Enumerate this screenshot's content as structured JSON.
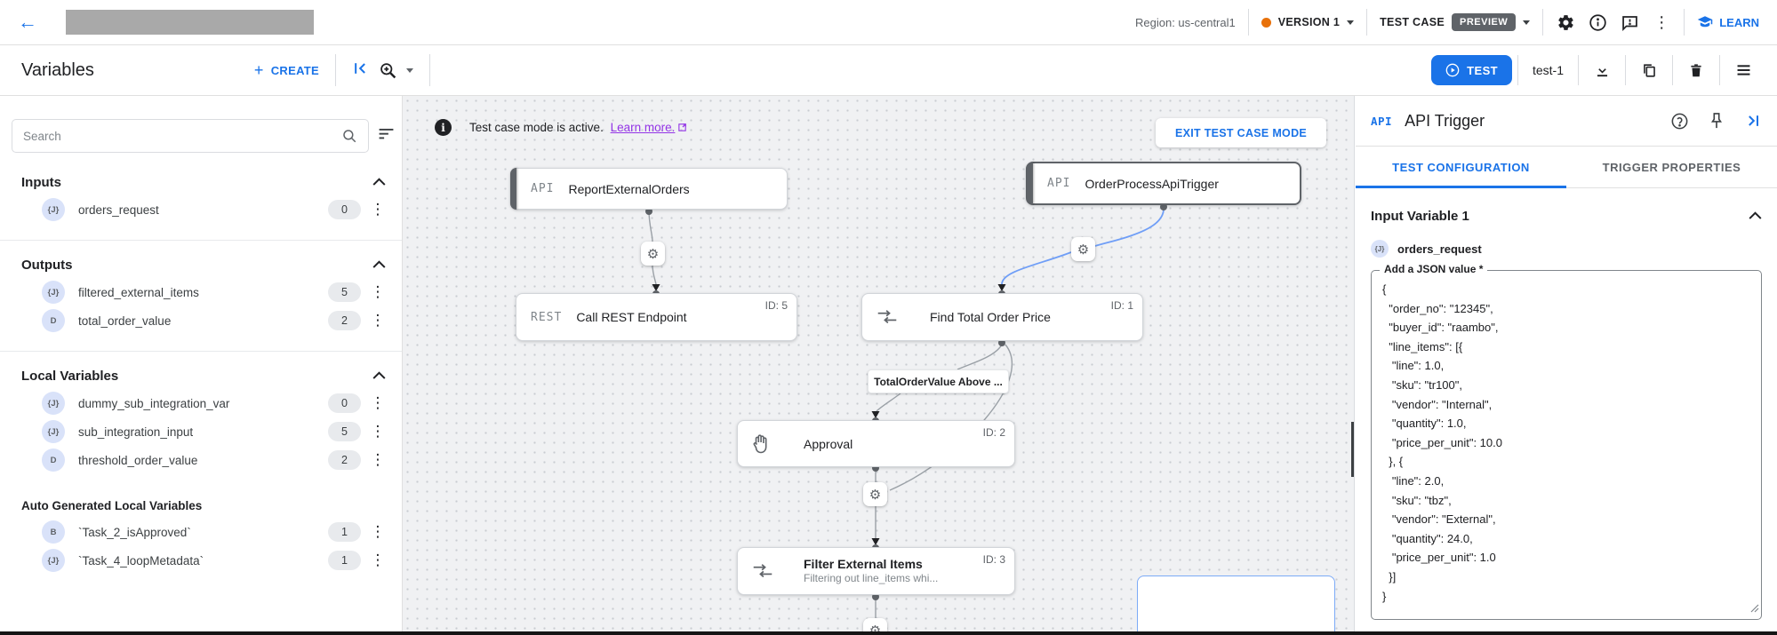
{
  "colors": {
    "accent": "#1a73e8",
    "version_dot": "#e8710a",
    "preview_badge_bg": "#5f6368",
    "link_purple": "#9334e6",
    "edge_blue": "#6f9ef7",
    "trigger_bar": "#5f6368"
  },
  "header": {
    "region": "Region: us-central1",
    "version": {
      "label": "VERSION 1"
    },
    "test_case": {
      "label": "TEST CASE",
      "badge": "PREVIEW"
    },
    "learn_label": "LEARN"
  },
  "toolbar": {
    "title": "Variables",
    "create_label": "CREATE",
    "test_button": "TEST",
    "test_name": "test-1"
  },
  "sidebar": {
    "search_placeholder": "Search",
    "sections": [
      {
        "title": "Inputs",
        "items": [
          {
            "type": "{J}",
            "label": "orders_request",
            "count": "0"
          }
        ]
      },
      {
        "title": "Outputs",
        "items": [
          {
            "type": "{J}",
            "label": "filtered_external_items",
            "count": "5"
          },
          {
            "type": "D",
            "label": "total_order_value",
            "count": "2"
          }
        ]
      },
      {
        "title": "Local Variables",
        "items": [
          {
            "type": "{J}",
            "label": "dummy_sub_integration_var",
            "count": "0"
          },
          {
            "type": "{J}",
            "label": "sub_integration_input",
            "count": "5"
          },
          {
            "type": "D",
            "label": "threshold_order_value",
            "count": "2"
          }
        ]
      },
      {
        "title": "Auto Generated Local Variables",
        "items": [
          {
            "type": "B",
            "label": "`Task_2_isApproved`",
            "count": "1"
          },
          {
            "type": "{J}",
            "label": "`Task_4_loopMetadata`",
            "count": "1"
          }
        ]
      }
    ]
  },
  "canvas": {
    "banner": {
      "text": "Test case mode is active.",
      "link": "Learn more.",
      "exit_button": "EXIT TEST CASE MODE"
    },
    "nodes": {
      "report": {
        "badge": "API",
        "title": "ReportExternalOrders"
      },
      "order_trigger": {
        "badge": "API",
        "title": "OrderProcessApiTrigger"
      },
      "rest": {
        "badge": "REST",
        "title": "Call REST Endpoint",
        "id": "ID: 5"
      },
      "find": {
        "title": "Find Total Order Price",
        "id": "ID: 1"
      },
      "approval": {
        "title": "Approval",
        "id": "ID: 2"
      },
      "filter": {
        "title": "Filter External Items",
        "subtitle": "Filtering out line_items whi...",
        "id": "ID: 3"
      }
    },
    "edge_label": "TotalOrderValue Above ..."
  },
  "panel": {
    "badge": "API",
    "title": "API Trigger",
    "tabs": [
      {
        "label": "TEST CONFIGURATION"
      },
      {
        "label": "TRIGGER PROPERTIES"
      }
    ],
    "section_title": "Input Variable 1",
    "variable": {
      "type": "{J}",
      "name": "orders_request"
    },
    "json_label": "Add a JSON value *",
    "json_value": "{\n  \"order_no\": \"12345\",\n  \"buyer_id\": \"raambo\",\n  \"line_items\": [{\n   \"line\": 1.0,\n   \"sku\": \"tr100\",\n   \"vendor\": \"Internal\",\n   \"quantity\": 1.0,\n   \"price_per_unit\": 10.0\n  }, {\n   \"line\": 2.0,\n   \"sku\": \"tbz\",\n   \"vendor\": \"External\",\n   \"quantity\": 24.0,\n   \"price_per_unit\": 1.0\n  }]\n}"
  }
}
